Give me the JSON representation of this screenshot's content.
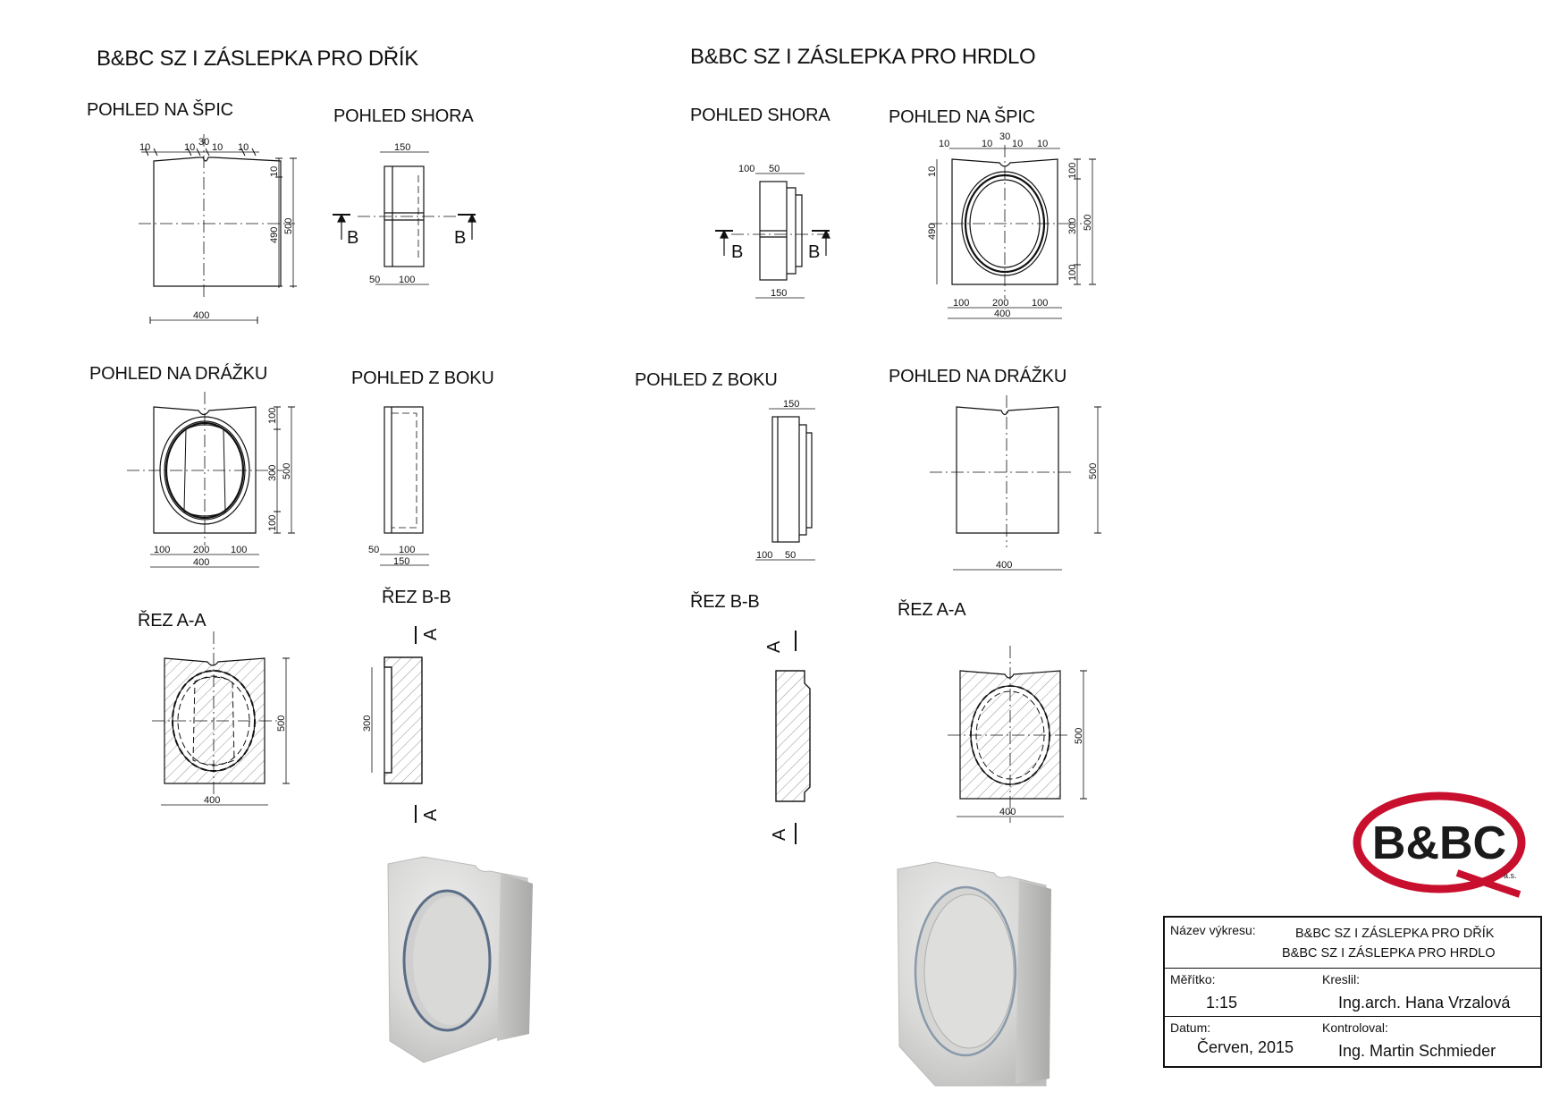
{
  "headings": {
    "left_title": "B&BC SZ I ZÁSLEPKA PRO DŘÍK",
    "right_title": "B&BC SZ I ZÁSLEPKA PRO HRDLO"
  },
  "views": {
    "left_spic": "POHLED NA ŠPIC",
    "left_shora": "POHLED SHORA",
    "left_drazku": "POHLED NA DRÁŽKU",
    "left_boku": "POHLED Z BOKU",
    "left_rez_aa": "ŘEZ A-A",
    "left_rez_bb": "ŘEZ B-B",
    "right_shora": "POHLED SHORA",
    "right_spic": "POHLED NA ŠPIC",
    "right_boku": "POHLED Z BOKU",
    "right_drazku": "POHLED NA DRÁŽKU",
    "right_rez_bb": "ŘEZ B-B",
    "right_rez_aa": "ŘEZ A-A"
  },
  "dimensions": {
    "d10": "10",
    "d30": "30",
    "d50": "50",
    "d100": "100",
    "d150": "150",
    "d200": "200",
    "d300": "300",
    "d400": "400",
    "d490": "490",
    "d500": "500",
    "sec_a": "A",
    "sec_b": "B"
  },
  "logo": {
    "text": "B&BC",
    "sub": "a.s.",
    "color_red": "#c8102e",
    "color_dark": "#1a1a1a"
  },
  "title_block": {
    "nazev_label": "Název výkresu:",
    "nazev_line1": "B&BC SZ I ZÁSLEPKA PRO DŘÍK",
    "nazev_line2": "B&BC SZ I ZÁSLEPKA PRO HRDLO",
    "meritko_label": "Měřítko:",
    "meritko_value": "1:15",
    "kreslil_label": "Kreslil:",
    "kreslil_value": "Ing.arch. Hana Vrzalová",
    "datum_label": "Datum:",
    "datum_value": "Červen, 2015",
    "kontroloval_label": "Kontroloval:",
    "kontroloval_value": "Ing. Martin Schmieder"
  }
}
